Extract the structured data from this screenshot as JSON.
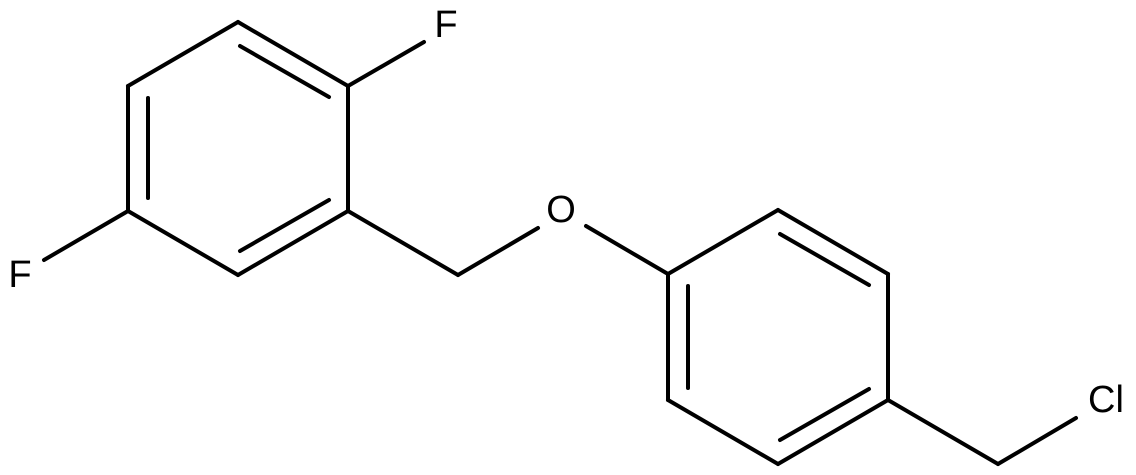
{
  "molecule": {
    "atoms": {
      "f_top": "F",
      "f_left": "F",
      "o_ether": "O",
      "cl": "Cl"
    }
  },
  "colors": {
    "background": "#ffffff",
    "bond": "#000000",
    "text": "#000000"
  }
}
